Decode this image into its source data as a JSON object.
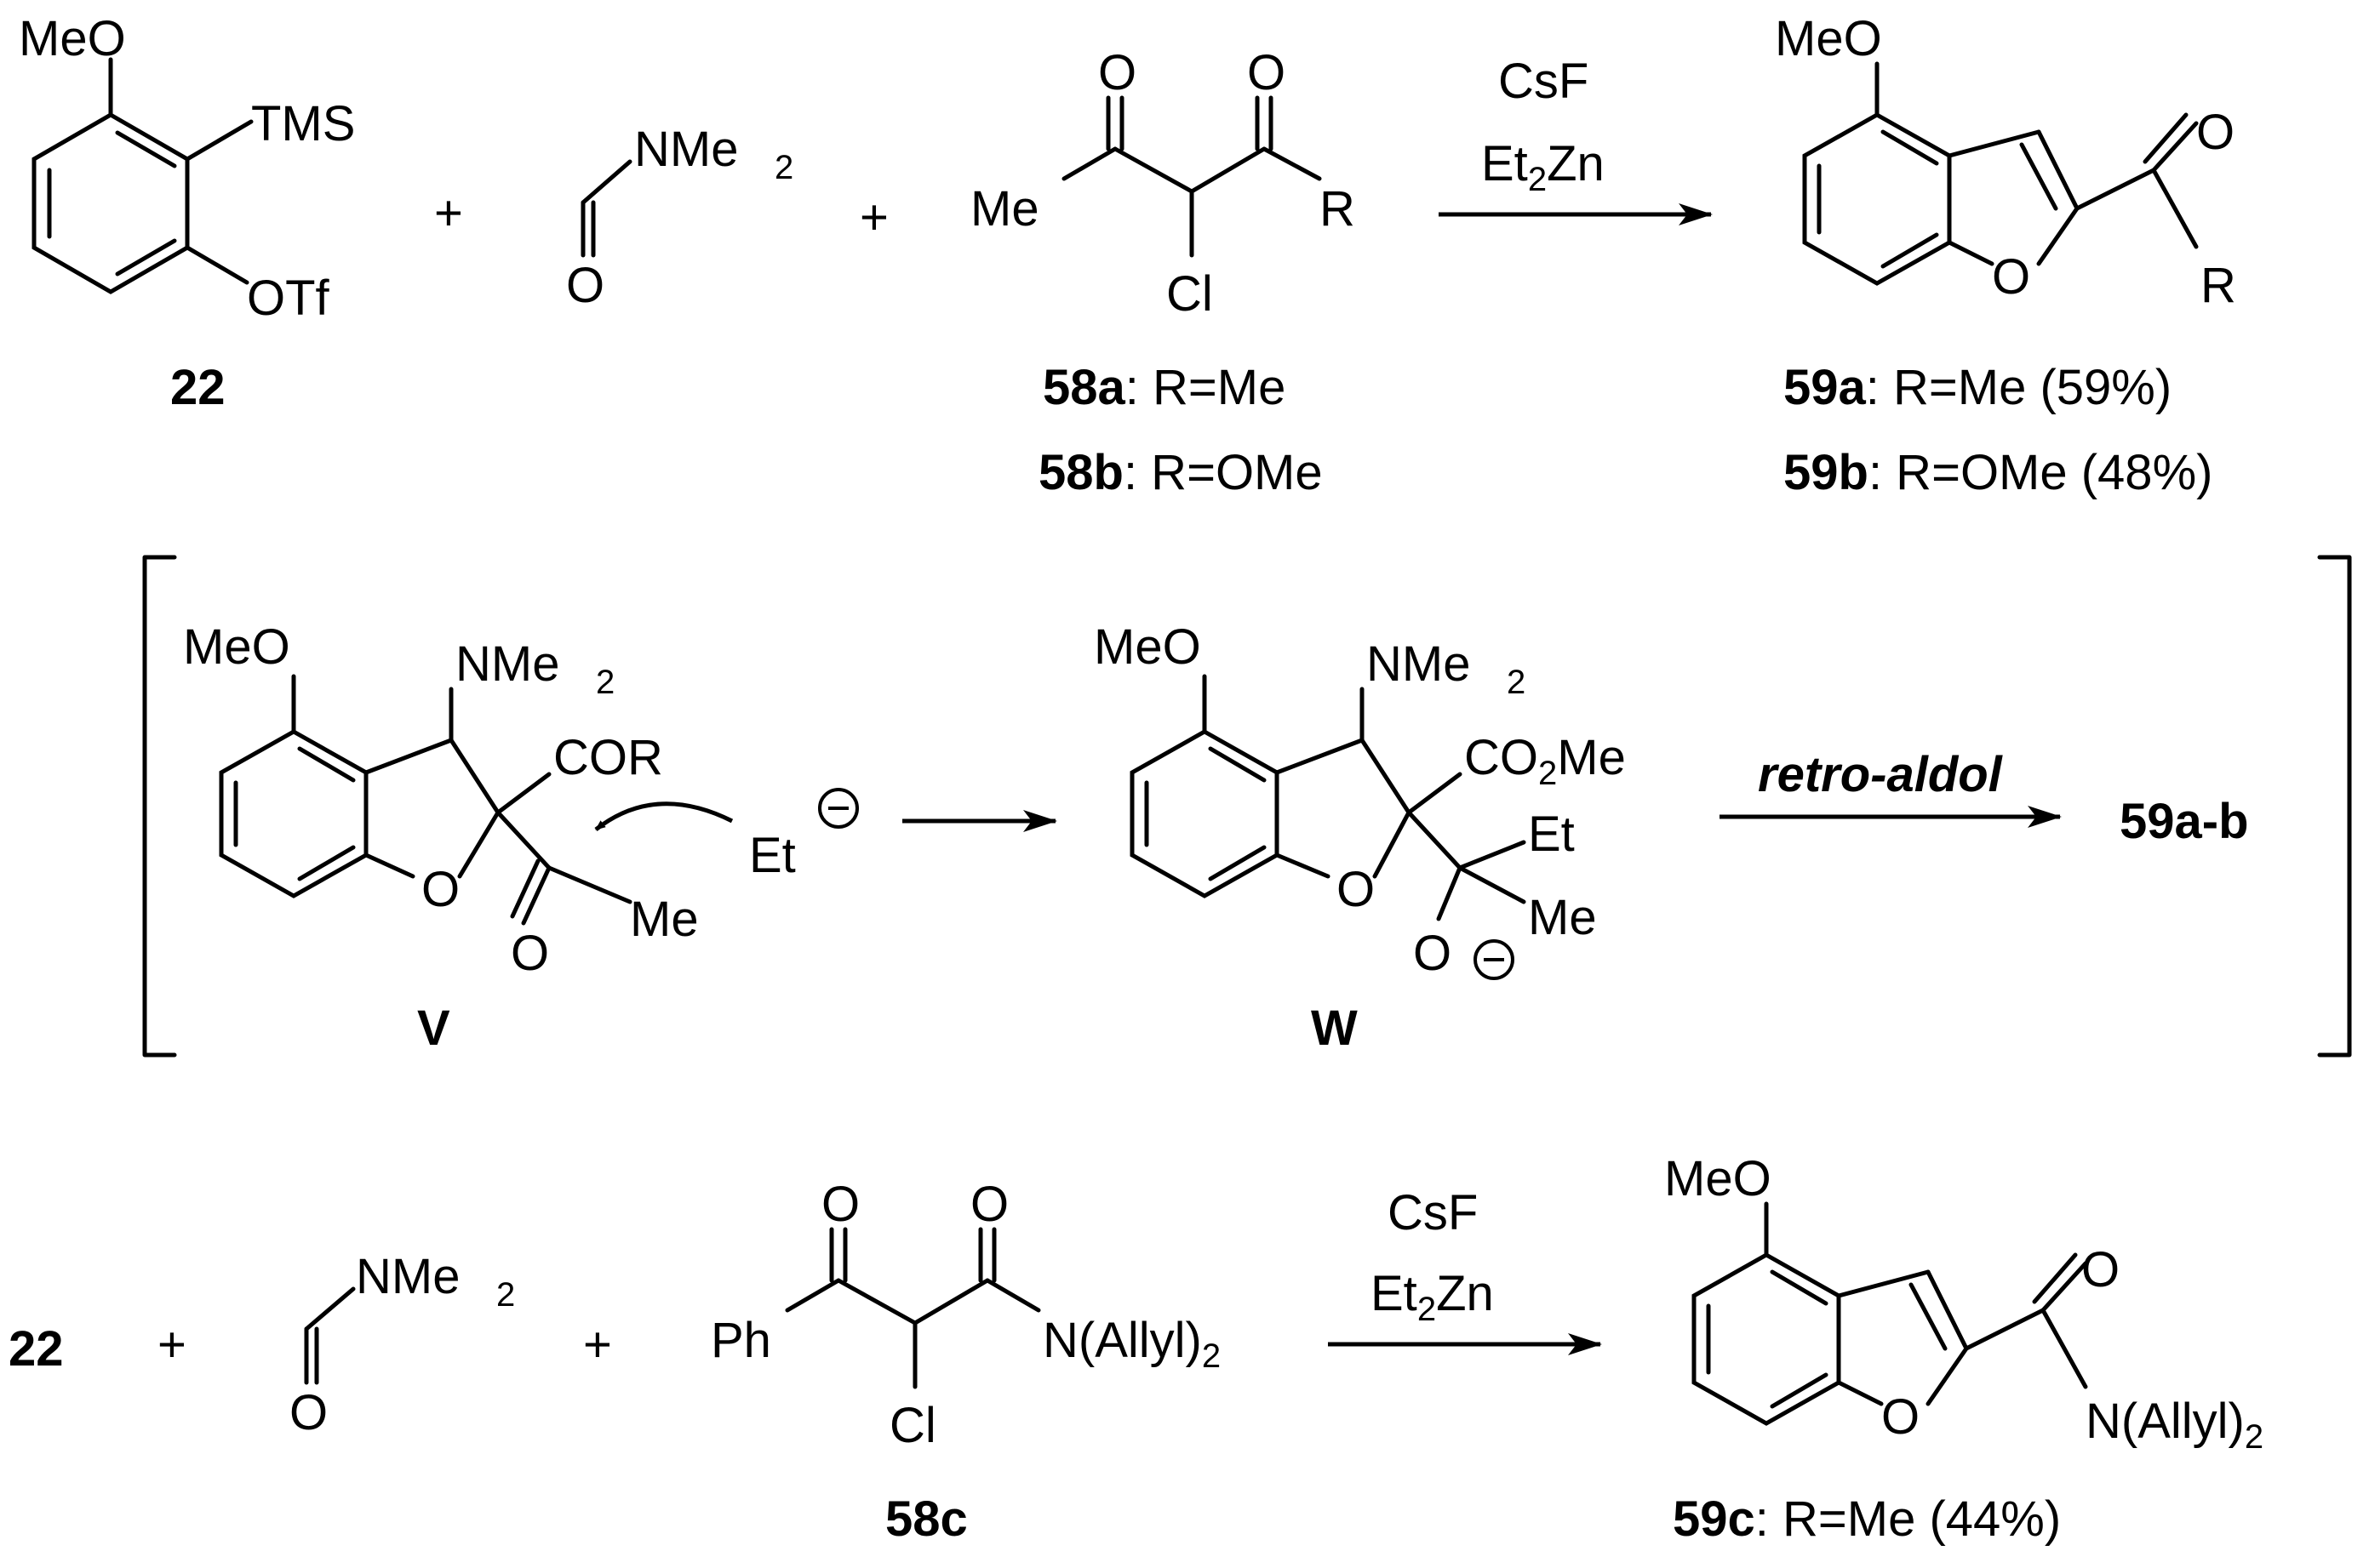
{
  "row1": {
    "reactant_22": {
      "ome": "MeO",
      "tms": "TMS",
      "otf": "OTf",
      "id": "22"
    },
    "plus1": "+",
    "dmf": {
      "nme": "NMe",
      "sub2": "2",
      "o": "O"
    },
    "plus2": "+",
    "diketone": {
      "o1": "O",
      "o2": "O",
      "me": "Me",
      "r": "R",
      "cl": "Cl"
    },
    "label_58a_id": "58a",
    "label_58a_text": ": R=Me",
    "label_58b_id": "58b",
    "label_58b_text": ": R=OMe",
    "reagent_top": "CsF",
    "reagent_bot_a": "Et",
    "reagent_bot_sub": "2",
    "reagent_bot_b": "Zn",
    "product": {
      "ome": "MeO",
      "o_ring": "O",
      "o_carbonyl": "O",
      "r": "R"
    },
    "label_59a_id": "59a",
    "label_59a_text": ": R=Me (59%)",
    "label_59b_id": "59b",
    "label_59b_text": ": R=OMe (48%)"
  },
  "row2": {
    "V": {
      "ome": "MeO",
      "nme": "NMe",
      "sub2": "2",
      "cor": "COR",
      "o_ring": "O",
      "o_co": "O",
      "me": "Me",
      "id": "V"
    },
    "et_anion": "Et",
    "W": {
      "ome": "MeO",
      "nme": "NMe",
      "sub2": "2",
      "co2": "CO",
      "co2_sub": "2",
      "co2_me": "Me",
      "et": "Et",
      "o_ring": "O",
      "o_minus": "O",
      "me": "Me",
      "id": "W"
    },
    "retro_label": "retro-aldol",
    "product_label": "59a-b"
  },
  "row3": {
    "id_22": "22",
    "plus1": "+",
    "dmf": {
      "nme": "NMe",
      "sub2": "2",
      "o": "O"
    },
    "plus2": "+",
    "ketoamide": {
      "o1": "O",
      "o2": "O",
      "ph": "Ph",
      "n_allyl": "N(Allyl)",
      "sub2": "2",
      "cl": "Cl"
    },
    "label_58c": "58c",
    "reagent_top": "CsF",
    "reagent_bot_a": "Et",
    "reagent_bot_sub": "2",
    "reagent_bot_b": "Zn",
    "product": {
      "ome": "MeO",
      "o_ring": "O",
      "o_carbonyl": "O",
      "n_allyl": "N(Allyl)",
      "sub2": "2"
    },
    "label_59c_id": "59c",
    "label_59c_text": ": R=Me (44%)"
  }
}
